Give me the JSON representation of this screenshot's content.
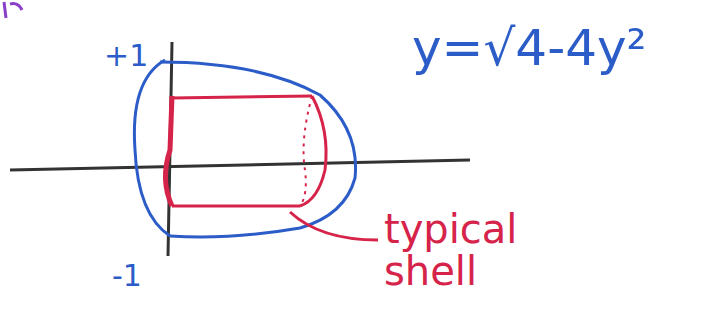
{
  "diagram": {
    "labels": [
      "+1",
      "-1",
      "y=√4-4y²",
      "typical shell"
    ]
  }
}
